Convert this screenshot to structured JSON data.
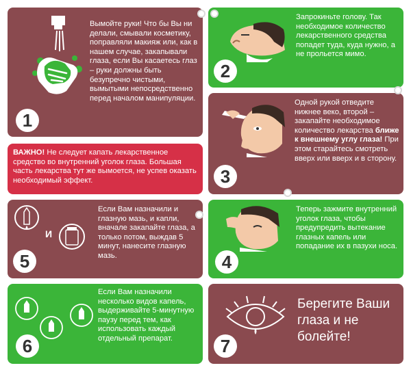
{
  "steps": [
    {
      "number": "1",
      "text_before": "Вымойте руки! Что бы Вы ни делали, смывали косметику, поправляли макияж или, как в нашем случае, закапывали глаза, если Вы касаетесь глаз – руки должны быть безупречно чистыми, вымытыми непосредственно перед началом манипуляции.",
      "illustration": "hand-washing-icon"
    },
    {
      "number": "2",
      "text_before": "Запрокиньте голову. Так необходимое количество лекарственного средства попадет туда, куда нужно, а не прольется мимо.",
      "illustration": "head-tilted-back-icon"
    },
    {
      "number": "3",
      "text_before": "Одной рукой отведите нижнее веко, второй – закапайте необходимое количество лекарства ",
      "text_bold": "ближе к внешнему углу глаза!",
      "text_after": " При этом старайтесь смотреть вверх или вверх и в сторону.",
      "illustration": "eye-drops-application-icon"
    },
    {
      "number": "4",
      "text_before": "Теперь зажмите внутренний уголок глаза, чтобы предупредить вытекание глазных капель или попадание их в пазухи носа.",
      "illustration": "press-inner-corner-icon"
    },
    {
      "number": "5",
      "text_before": "Если Вам назначили и глазную мазь, и капли, вначале закапайте глаза, а только потом, выждав 5 минут, нанесите глазную мазь.",
      "conjunction": "И",
      "illustration": "drop-and-ointment-icon"
    },
    {
      "number": "6",
      "text_before": "Если Вам назначили несколько видов капель, выдерживайте 5-минутную паузу перед тем, как использовать каждый отдельный препарат.",
      "illustration": "multiple-drops-icon"
    },
    {
      "number": "7",
      "text_before": "Берегите Ваши глаза и не болейте!",
      "illustration": "eye-icon"
    }
  ],
  "warning": {
    "label": "ВАЖНО!",
    "text": " Не следует капать лекарственное средство во внутренний уголок глаза. Большая часть лекарства тут же вымоется, не успев оказать необходимый эффект."
  },
  "colors": {
    "maroon": "#8a4a4f",
    "green": "#3bb539",
    "red": "#d63047",
    "white": "#ffffff"
  }
}
